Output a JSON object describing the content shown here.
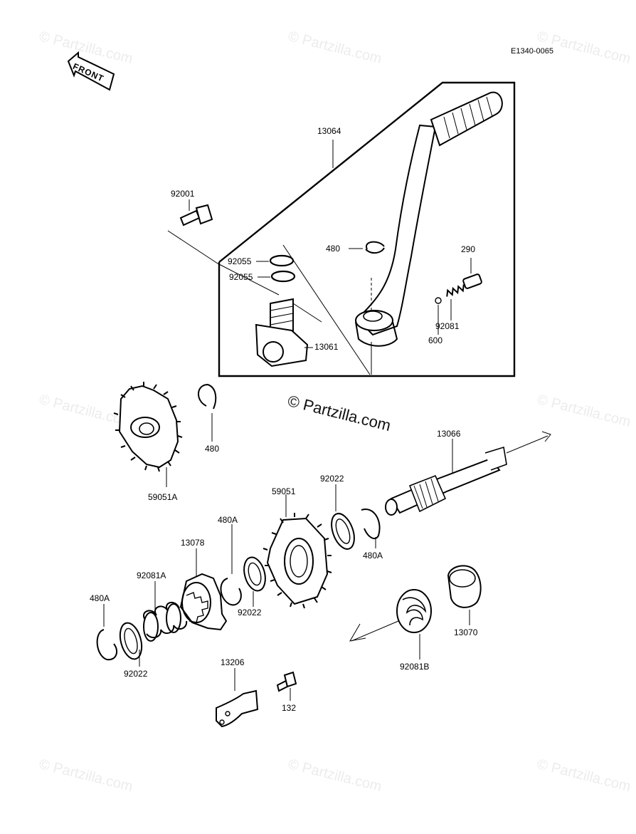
{
  "diagram_code": "E1340-0065",
  "front_label": "FRONT",
  "watermark": "© Partzilla.com",
  "parts": {
    "p13064": "13064",
    "p92001": "92001",
    "p92055a": "92055",
    "p92055b": "92055",
    "p480top": "480",
    "p290": "290",
    "p92081": "92081",
    "p600": "600",
    "p13061": "13061",
    "p480mid": "480",
    "p59051A": "59051A",
    "p13066": "13066",
    "p92022top": "92022",
    "p59051": "59051",
    "p480Aright": "480A",
    "p480Amid": "480A",
    "p13078": "13078",
    "p92081A": "92081A",
    "p92022mid": "92022",
    "p480Aleft": "480A",
    "p92022low": "92022",
    "p13070": "13070",
    "p92081B": "92081B",
    "p13206": "13206",
    "p132": "132"
  }
}
